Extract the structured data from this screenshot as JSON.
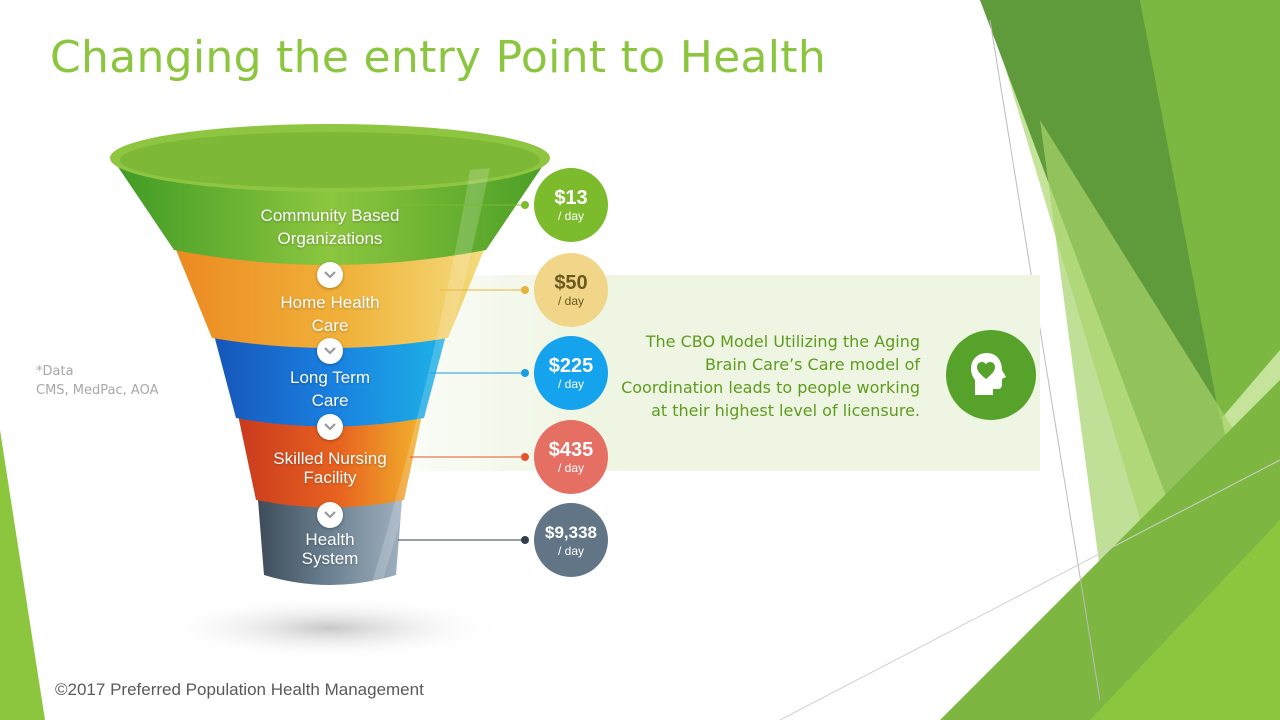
{
  "slide": {
    "title": "Changing the entry Point to Health",
    "source_note": [
      "*Data",
      "CMS, MedPac, AOA"
    ],
    "copyright": "©2017 Preferred Population Health Management",
    "description": "The CBO Model Utilizing the Aging Brain Care’s Care model of Coordination leads to people working at their highest level of licensure.",
    "description_icon": "head-heart-icon"
  },
  "funnel": {
    "stages": [
      {
        "label_lines": [
          "Community Based",
          "Organizations"
        ],
        "cost": "$13",
        "unit": "/ day",
        "color": "#7cbb2c"
      },
      {
        "label_lines": [
          "Home Health",
          "Care"
        ],
        "cost": "$50",
        "unit": "/ day",
        "color": "#e8c54a",
        "circle_color": "#f1d68a",
        "circle_text": "#6b5a1e"
      },
      {
        "label_lines": [
          "Long Term",
          "Care"
        ],
        "cost": "$225",
        "unit": "/ day",
        "color": "#1a9ee0"
      },
      {
        "label_lines": [
          "Skilled Nursing",
          "Facility"
        ],
        "cost": "$435",
        "unit": "/ day",
        "color": "#e5532d",
        "circle_color": "#e66f63"
      },
      {
        "label_lines": [
          "Health",
          "System"
        ],
        "cost": "$9,338",
        "unit": "/ day",
        "color": "#617586"
      }
    ],
    "chevron_icon": "chevron-down-icon"
  }
}
